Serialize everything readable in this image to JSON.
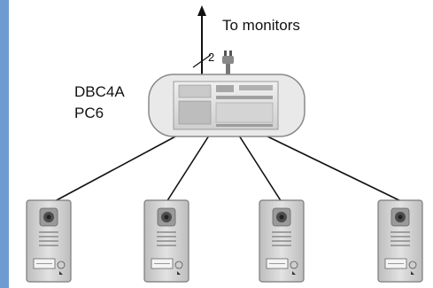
{
  "annotations": {
    "destination_label": "To monitors",
    "wire_count": "2",
    "model_line_1": "DBC4A",
    "model_line_2": "PC6"
  },
  "colors": {
    "left_bar": "#6f9bd3",
    "line": "#111111",
    "module_body": "#e4e4e4",
    "panel_body": "#d6d6d6"
  },
  "icons": {
    "plug": "power-plug-icon",
    "arrow": "up-arrow-icon"
  },
  "door_panels": [
    {
      "name": "door-panel-1"
    },
    {
      "name": "door-panel-2"
    },
    {
      "name": "door-panel-3"
    },
    {
      "name": "door-panel-4"
    }
  ]
}
